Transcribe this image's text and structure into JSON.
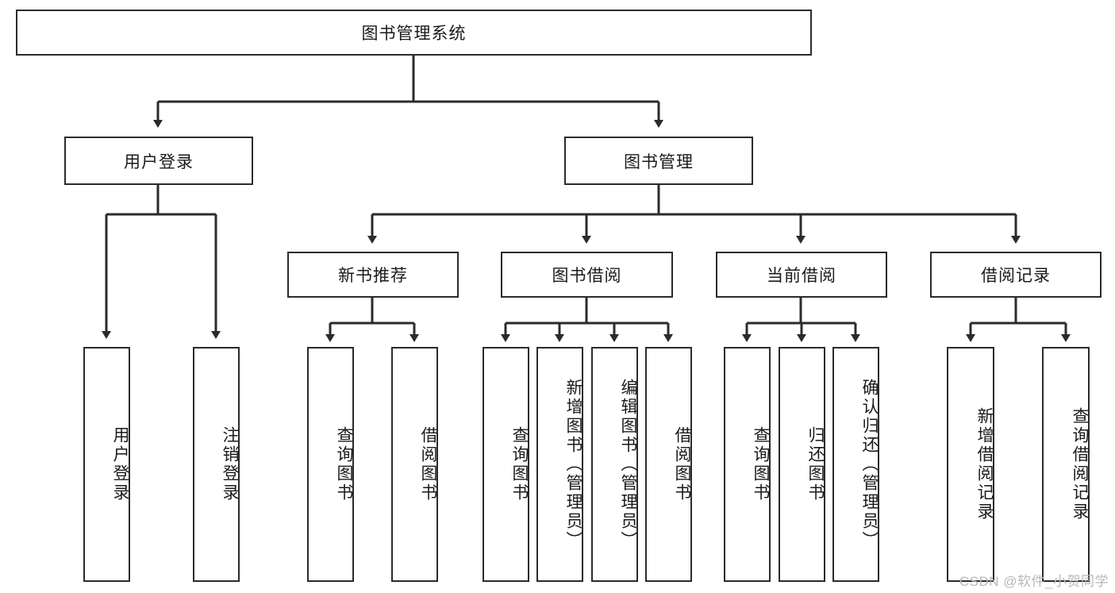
{
  "diagram": {
    "title_node": {
      "label": "图书管理系统"
    },
    "level2": [
      {
        "label": "用户登录"
      },
      {
        "label": "图书管理"
      }
    ],
    "level3": [
      {
        "label": "新书推荐"
      },
      {
        "label": "图书借阅"
      },
      {
        "label": "当前借阅"
      },
      {
        "label": "借阅记录"
      }
    ],
    "leaves": {
      "user_login": [
        {
          "label": "用户登录"
        },
        {
          "label": "注销登录"
        }
      ],
      "new_book_recommend": [
        {
          "label": "查询图书"
        },
        {
          "label": "借阅图书"
        }
      ],
      "book_borrow": [
        {
          "label": "查询图书"
        },
        {
          "label": "新增图书（管理员）"
        },
        {
          "label": "编辑图书（管理员）"
        },
        {
          "label": "借阅图书"
        }
      ],
      "current_borrow": [
        {
          "label": "查询图书"
        },
        {
          "label": "归还图书"
        },
        {
          "label": "确认归还（管理员）"
        }
      ],
      "borrow_records": [
        {
          "label": "新增借阅记录"
        },
        {
          "label": "查询借阅记录"
        }
      ]
    }
  },
  "watermark": {
    "text": "CSDN @软件_小贺同学"
  },
  "colors": {
    "line": "#2b2b2b",
    "box_border": "#2b2b2b",
    "box_fill": "#ffffff",
    "text": "#1a1a1a",
    "watermark": "#b8b8b8",
    "background": "#ffffff"
  }
}
